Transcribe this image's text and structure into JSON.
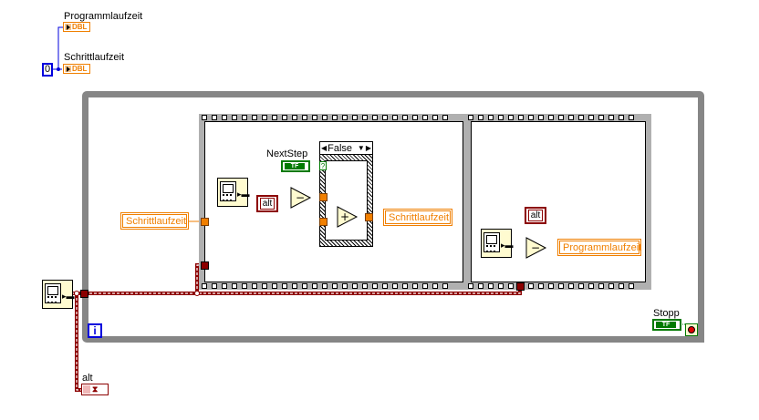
{
  "diagram": {
    "type": "LabVIEW block diagram",
    "top_indicators": [
      {
        "label": "Programmlaufzeit",
        "type": "DBL"
      },
      {
        "label": "Schrittlaufzeit",
        "type": "DBL"
      }
    ],
    "init_constant": "0",
    "loop": {
      "iteration_terminal": "i",
      "stop_control_label": "Stopp",
      "stop_bool_text": "TF"
    },
    "frame1": {
      "input_indicator": "Schrittlaufzeit",
      "case_selector": "False",
      "case_selector_arrow_left": "◀",
      "case_selector_arrow_right": "▶",
      "case_selector_dropdown": "▼",
      "nextstep_label": "NextStep",
      "nextstep_bool_text": "TF",
      "case_selector_terminal": "?",
      "local_var": "alt",
      "subtract_op": "−",
      "add_op": "+",
      "output_indicator": "Schrittlaufzeit"
    },
    "frame2": {
      "local_var": "alt",
      "subtract_op": "−",
      "output_indicator": "Programmlaufzeit"
    },
    "bottom": {
      "alt_label": "alt",
      "alt_term_type": "U32"
    },
    "colors": {
      "dbl_wire": "#f07f00",
      "u32_wire": "#8c0000",
      "int_wire": "#0000dd",
      "bool_wire": "#007a00",
      "loop_border": "#868686"
    }
  }
}
